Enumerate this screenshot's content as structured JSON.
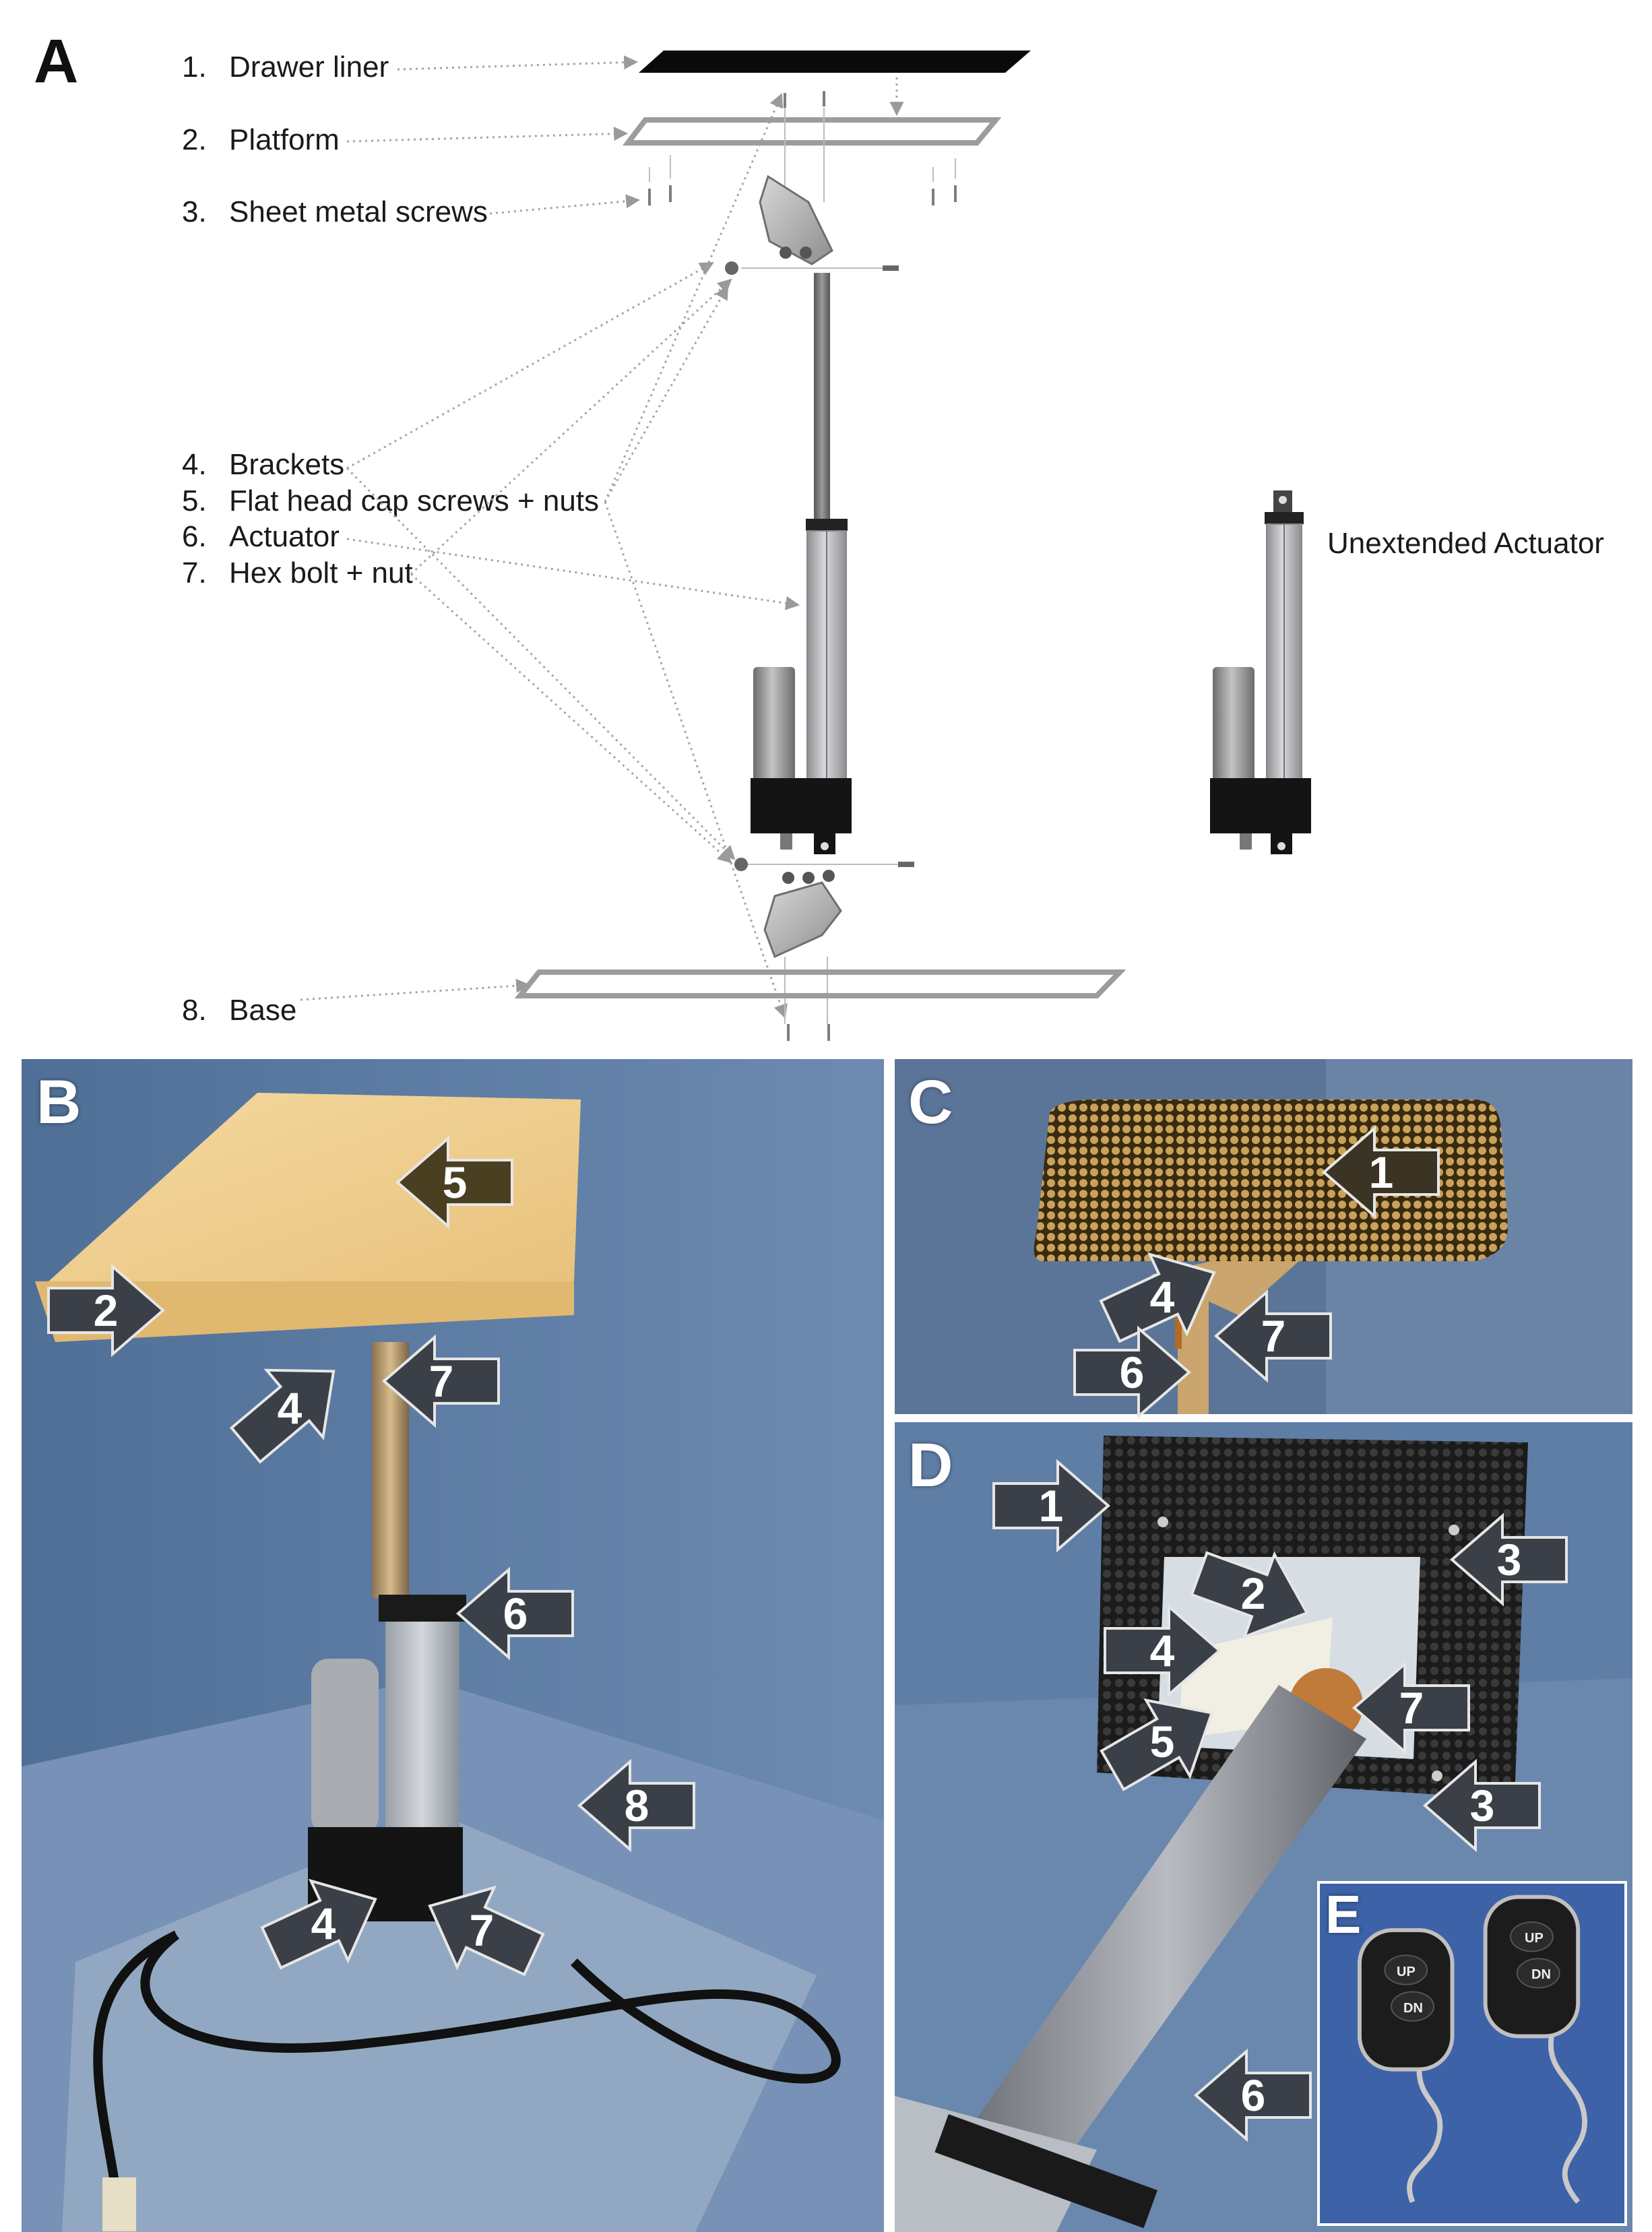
{
  "panels": {
    "a": "A",
    "b": "B",
    "c": "C",
    "d": "D",
    "e": "E"
  },
  "legend": [
    {
      "num": "1.",
      "label": "Drawer liner"
    },
    {
      "num": "2.",
      "label": "Platform"
    },
    {
      "num": "3.",
      "label": "Sheet metal screws"
    },
    {
      "num": "4.",
      "label": "Brackets"
    },
    {
      "num": "5.",
      "label": "Flat head cap screws + nuts"
    },
    {
      "num": "6.",
      "label": "Actuator"
    },
    {
      "num": "7.",
      "label": "Hex bolt + nut"
    },
    {
      "num": "8.",
      "label": "Base"
    }
  ],
  "unextended_label": "Unextended Actuator",
  "remote_labels": {
    "up": "UP",
    "down": "DN"
  },
  "arrows": {
    "b": [
      "5",
      "2",
      "7",
      "4",
      "6",
      "8",
      "4",
      "7"
    ],
    "c": [
      "1",
      "4",
      "7",
      "6"
    ],
    "d": [
      "1",
      "3",
      "2",
      "4",
      "7",
      "5",
      "3",
      "6"
    ]
  },
  "colors": {
    "arrow_fill": "#3b4048",
    "arrow_edge": "#e8e8e8",
    "drawer_liner": "#0a0a0a",
    "photo_bg": "#5f7ea6"
  }
}
